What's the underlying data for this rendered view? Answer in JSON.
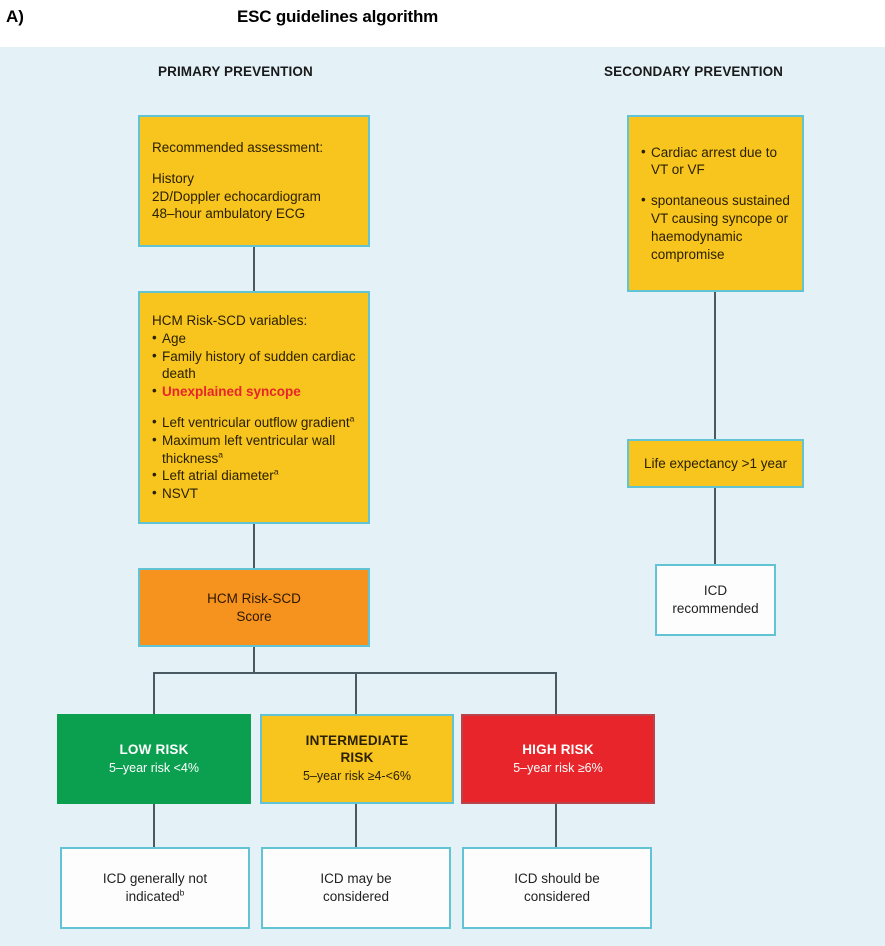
{
  "panel": {
    "letter": "A)",
    "title": "ESC guidelines algorithm"
  },
  "columns": {
    "primary": "PRIMARY PREVENTION",
    "secondary": "SECONDARY PREVENTION"
  },
  "primary": {
    "assessment": {
      "heading": "Recommended assessment:",
      "items": [
        "History",
        "2D/Doppler echocardiogram",
        "48–hour ambulatory ECG"
      ]
    },
    "variables": {
      "heading": "HCM Risk-SCD variables:",
      "items": [
        {
          "text": "Age",
          "superscript": "",
          "highlight": false,
          "spaced": false
        },
        {
          "text": "Family history of sudden cardiac death",
          "superscript": "",
          "highlight": false,
          "spaced": false
        },
        {
          "text": "Unexplained syncope",
          "superscript": "",
          "highlight": true,
          "spaced": false
        },
        {
          "text": "Left ventricular outflow gradient",
          "superscript": "a",
          "highlight": false,
          "spaced": true
        },
        {
          "text": "Maximum left ventricular wall thickness",
          "superscript": "a",
          "highlight": false,
          "spaced": false
        },
        {
          "text": "Left atrial diameter",
          "superscript": "a",
          "highlight": false,
          "spaced": false
        },
        {
          "text": "NSVT",
          "superscript": "",
          "highlight": false,
          "spaced": false
        }
      ]
    },
    "score": {
      "line1": "HCM Risk-SCD",
      "line2": "Score"
    },
    "risk_levels": [
      {
        "name": "LOW RISK",
        "detail": "5–year risk <4%",
        "color": "#0aa050"
      },
      {
        "name": "INTERMEDIATE\nRISK",
        "title_line1": "INTERMEDIATE",
        "title_line2": "RISK",
        "detail": "5–year risk ≥4-<6%",
        "color": "#f7c51e"
      },
      {
        "name": "HIGH RISK",
        "detail": "5–year risk ≥6%",
        "color": "#e8252b"
      }
    ],
    "outcomes": [
      {
        "line1": "ICD generally not",
        "line2": "indicated",
        "superscript": "b"
      },
      {
        "line1": "ICD may be",
        "line2": "considered",
        "superscript": ""
      },
      {
        "line1": "ICD should be",
        "line2": "considered",
        "superscript": ""
      }
    ]
  },
  "secondary": {
    "indications": [
      "Cardiac arrest due to VT or VF",
      "spontaneous sustained VT causing syncope or haemodynamic compromise"
    ],
    "life_expectancy": "Life expectancy >1 year",
    "outcome": {
      "line1": "ICD",
      "line2": "recommended"
    }
  },
  "colors": {
    "background": "#e4f2f8",
    "yellow": "#f7c51e",
    "orange": "#f6921e",
    "green": "#0aa050",
    "red": "#e8252b",
    "white_box": "#fdfdfd",
    "border_teal": "#62c3d4",
    "connector": "#4a5a63"
  }
}
